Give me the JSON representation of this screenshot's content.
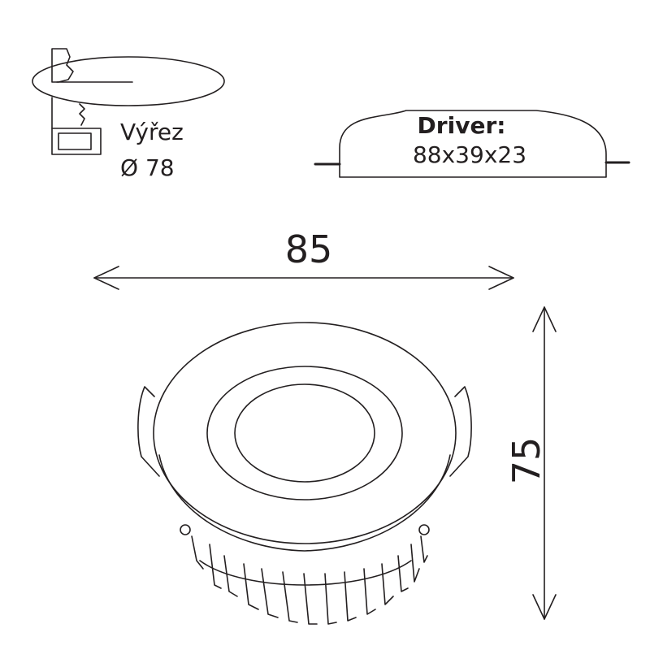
{
  "cutout": {
    "label": "Výřez",
    "diameter": "Ø 78"
  },
  "driver": {
    "label": "Driver:",
    "dimensions": "88x39x23"
  },
  "dimensions": {
    "width": "85",
    "height": "75"
  },
  "colors": {
    "line": "#231f20",
    "background": "#ffffff"
  }
}
